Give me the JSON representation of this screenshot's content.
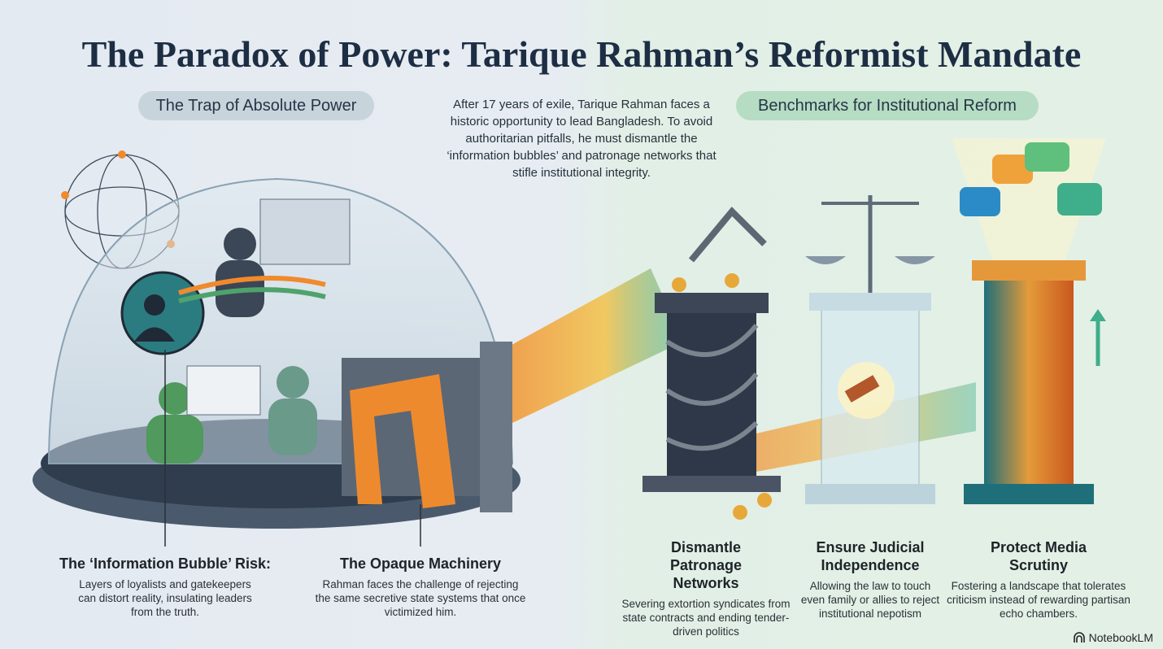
{
  "title": "The Paradox of Power: Tarique Rahman’s Reformist Mandate",
  "left_heading": "The Trap of Absolute Power",
  "right_heading": "Benchmarks for Institutional Reform",
  "intro": "After 17 years of exile, Tarique Rahman faces a historic opportunity to lead Bangladesh. To avoid authoritarian pitfalls, he must dismantle the ‘information bubbles’ and patronage networks that stifle institutional integrity.",
  "risks": [
    {
      "title": "The ‘Information Bubble’ Risk:",
      "text": "Layers of loyalists and gatekeepers can distort reality, insulating leaders from the truth."
    },
    {
      "title": "The Opaque Machinery",
      "text": "Rahman faces the challenge of rejecting the same secretive state systems that once victimized him."
    }
  ],
  "benchmarks": [
    {
      "title": "Dismantle Patronage Networks",
      "text": "Severing extortion syndicates from state contracts and ending tender-driven politics"
    },
    {
      "title": "Ensure Judicial Independence",
      "text": "Allowing the law to touch even family or allies to reject institutional nepotism"
    },
    {
      "title": "Protect Media Scrutiny",
      "text": "Fostering a landscape that tolerates criticism instead of rewarding partisan echo chambers."
    }
  ],
  "brand": "NotebookLM"
}
